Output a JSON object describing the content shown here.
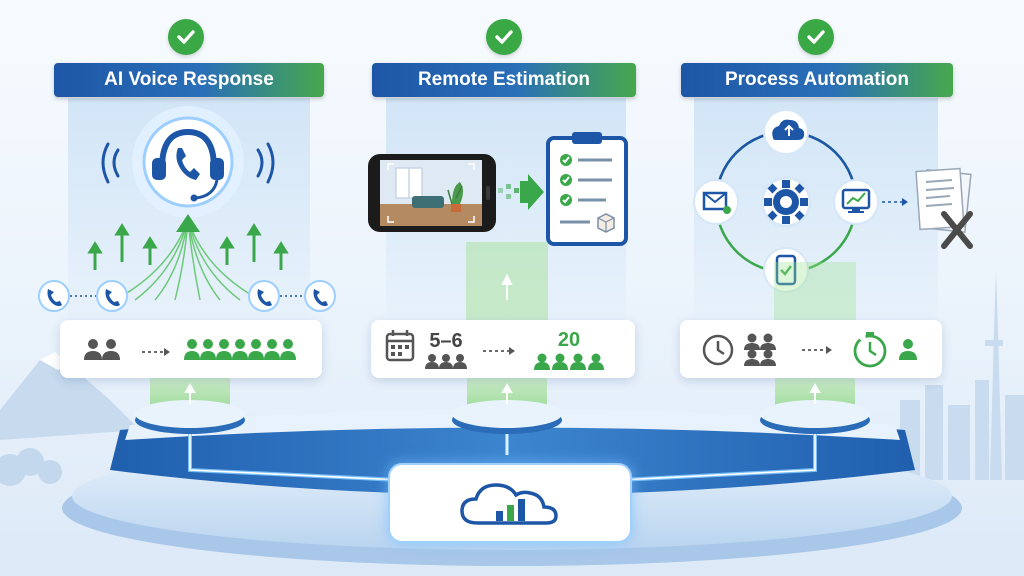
{
  "columns": [
    {
      "title": "AI Voice Response"
    },
    {
      "title": "Remote Estimation",
      "before_value": "5–6",
      "after_value": "20"
    },
    {
      "title": "Process Automation"
    }
  ],
  "colors": {
    "blue": "#1d56a6",
    "green": "#3aa84a",
    "gray": "#555555",
    "light_blue": "#dbe9f8"
  },
  "icons": [
    "check-icon",
    "headset-phone-icon",
    "phone-icon",
    "people-icon",
    "arrow-icon",
    "smartphone-icon",
    "clipboard-checklist-icon",
    "cloud-upload-icon",
    "gear-icon",
    "email-icon",
    "monitor-chart-icon",
    "mobile-check-icon",
    "document-rejected-icon",
    "calendar-icon",
    "clock-icon",
    "stopwatch-icon",
    "cloud-analytics-icon"
  ]
}
